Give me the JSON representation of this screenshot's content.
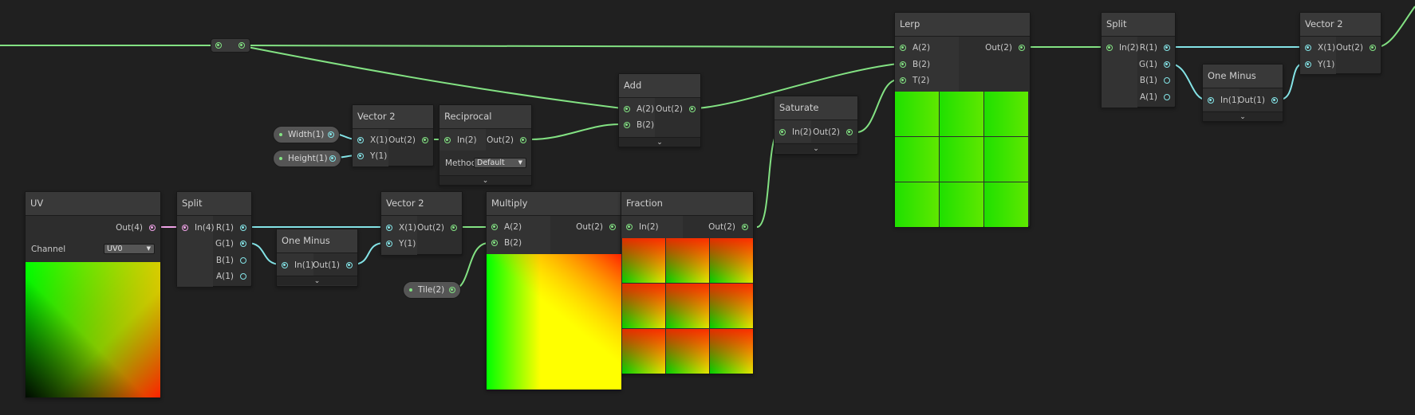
{
  "graph": {
    "reroute": {},
    "nodes": {
      "uv": {
        "title": "UV",
        "out": "Out(4)",
        "channel_label": "Channel",
        "channel_value": "UV0"
      },
      "split1": {
        "title": "Split",
        "in": "In(4)",
        "outs": [
          "R(1)",
          "G(1)",
          "B(1)",
          "A(1)"
        ]
      },
      "one_minus1": {
        "title": "One Minus",
        "in": "In(1)",
        "out": "Out(1)"
      },
      "vector2_a": {
        "title": "Vector 2",
        "ins": [
          "X(1)",
          "Y(1)"
        ],
        "out": "Out(2)"
      },
      "width": {
        "label": "Width(1)"
      },
      "height": {
        "label": "Height(1)"
      },
      "vector2_b": {
        "title": "Vector 2",
        "ins": [
          "X(1)",
          "Y(1)"
        ],
        "out": "Out(2)"
      },
      "reciprocal": {
        "title": "Reciprocal",
        "in": "In(2)",
        "out": "Out(2)",
        "method_label": "Method",
        "method_value": "Default"
      },
      "add": {
        "title": "Add",
        "ins": [
          "A(2)",
          "B(2)"
        ],
        "out": "Out(2)"
      },
      "tile": {
        "label": "Tile(2)"
      },
      "multiply": {
        "title": "Multiply",
        "ins": [
          "A(2)",
          "B(2)"
        ],
        "out": "Out(2)"
      },
      "fraction": {
        "title": "Fraction",
        "in": "In(2)",
        "out": "Out(2)"
      },
      "saturate": {
        "title": "Saturate",
        "in": "In(2)",
        "out": "Out(2)"
      },
      "lerp": {
        "title": "Lerp",
        "ins": [
          "A(2)",
          "B(2)",
          "T(2)"
        ],
        "out": "Out(2)"
      },
      "split2": {
        "title": "Split",
        "in": "In(2)",
        "outs": [
          "R(1)",
          "G(1)",
          "B(1)",
          "A(1)"
        ]
      },
      "one_minus2": {
        "title": "One Minus",
        "in": "In(1)",
        "out": "Out(1)"
      },
      "vector2_c": {
        "title": "Vector 2",
        "ins": [
          "X(1)",
          "Y(1)"
        ],
        "out": "Out(2)"
      }
    }
  },
  "colors": {
    "canvas": "#202020",
    "wire_vector2": "#83e283",
    "wire_float": "#84e4e7",
    "wire_vector4": "#f1a3e8"
  },
  "icons": {
    "expander": "chevron-down-icon",
    "dropdown": "caret-down-icon"
  }
}
